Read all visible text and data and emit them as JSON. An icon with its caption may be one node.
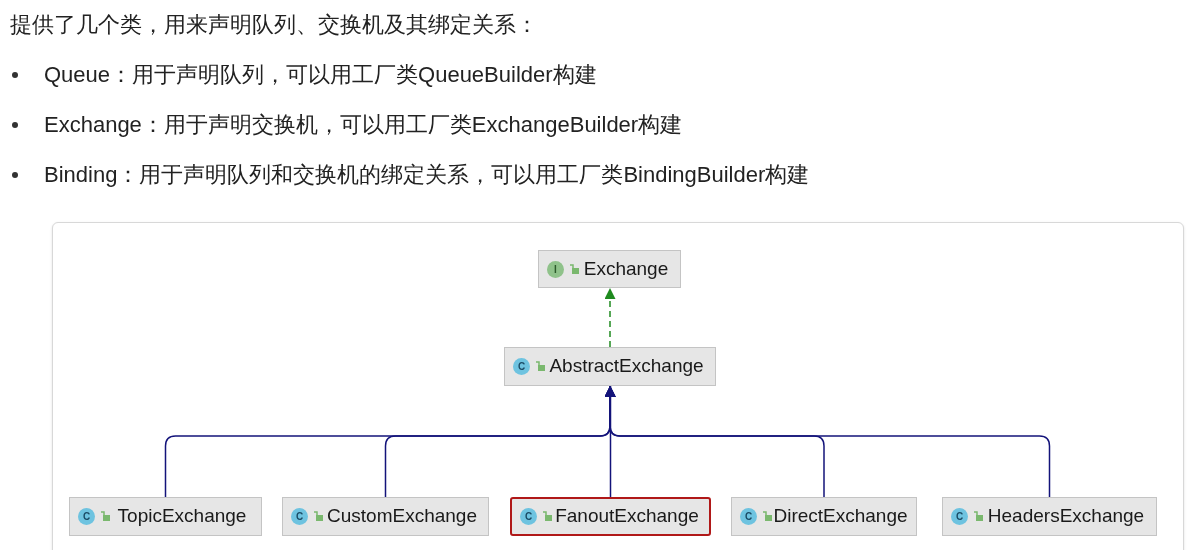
{
  "diagram": {
    "title": "提供了几个类，用来声明队列、交换机及其绑定关系：",
    "nodes": [
      {
        "text": [
          "I",
          "Exchange"
        ]
      },
      {
        "text": [
          "C",
          "AbstractExchange"
        ]
      },
      {
        "text": [
          "C",
          "TopicExchange"
        ]
      },
      {
        "text": [
          "C",
          "CustomExchange"
        ]
      },
      {
        "text": [
          "C",
          "FanoutExchange"
        ]
      },
      {
        "text": [
          "C",
          "DirectExchange"
        ]
      },
      {
        "text": [
          "C",
          "HeadersExchange"
        ]
      }
    ],
    "edges": [
      {
        "from": 1,
        "to": 0,
        "arrow": "to",
        "style": "dashed",
        "color": "#1f8a1f"
      },
      {
        "from": 2,
        "to": 1,
        "arrow": "to"
      },
      {
        "from": 3,
        "to": 1,
        "arrow": "to"
      },
      {
        "from": 4,
        "to": 1,
        "arrow": "to"
      },
      {
        "from": 5,
        "to": 1,
        "arrow": "to"
      },
      {
        "from": 6,
        "to": 1,
        "arrow": "to"
      }
    ],
    "labels": [
      "Queue：用于声明队列，可以用工厂类QueueBuilder构建",
      "Exchange：用于声明交换机，可以用工厂类ExchangeBuilder构建",
      "Binding：用于声明队列和交换机的绑定关系，可以用工厂类BindingBuilder构建"
    ]
  }
}
